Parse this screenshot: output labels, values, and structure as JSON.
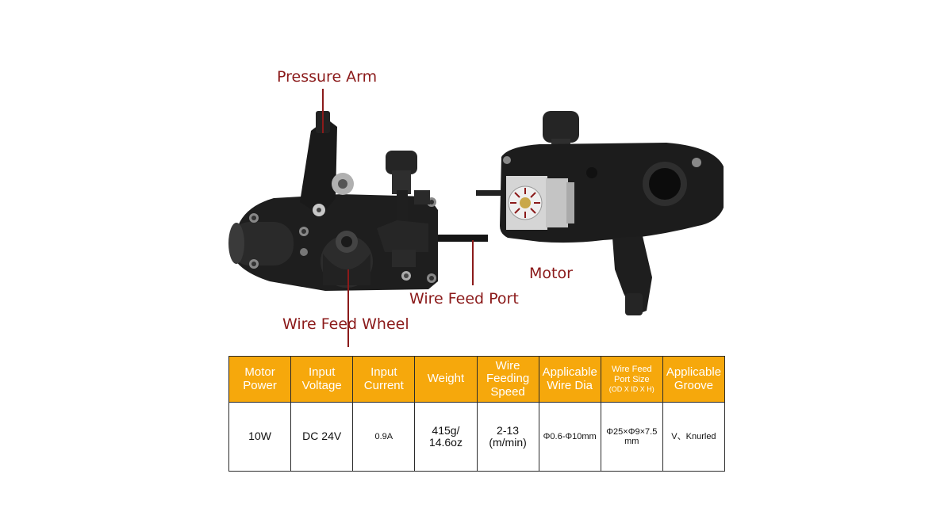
{
  "callouts": {
    "pressure_arm": "Pressure Arm",
    "motor": "Motor",
    "wire_feed_port": "Wire Feed Port",
    "wire_feed_wheel": "Wire Feed Wheel"
  },
  "table": {
    "headers": [
      {
        "label": "Motor Power"
      },
      {
        "label": "Input Voltage"
      },
      {
        "label": "Input Current"
      },
      {
        "label": "Weight"
      },
      {
        "label": "Wire Feeding Speed"
      },
      {
        "label": "Applicable Wire Dia"
      },
      {
        "label": "Wire Feed Port Size",
        "sub": "(OD X ID X H)"
      },
      {
        "label": "Applicable Groove"
      }
    ],
    "values": [
      "10W",
      "DC 24V",
      "0.9A",
      "415g/ 14.6oz",
      "2-13 (m/min)",
      "Φ0.6-Φ10mm",
      "Φ25×Φ9×7.5 mm",
      "V、Knurled"
    ]
  },
  "colors": {
    "header_bg": "#f6a80c",
    "callout_text": "#8b1a1a",
    "device_body": "#1c1c1c"
  }
}
